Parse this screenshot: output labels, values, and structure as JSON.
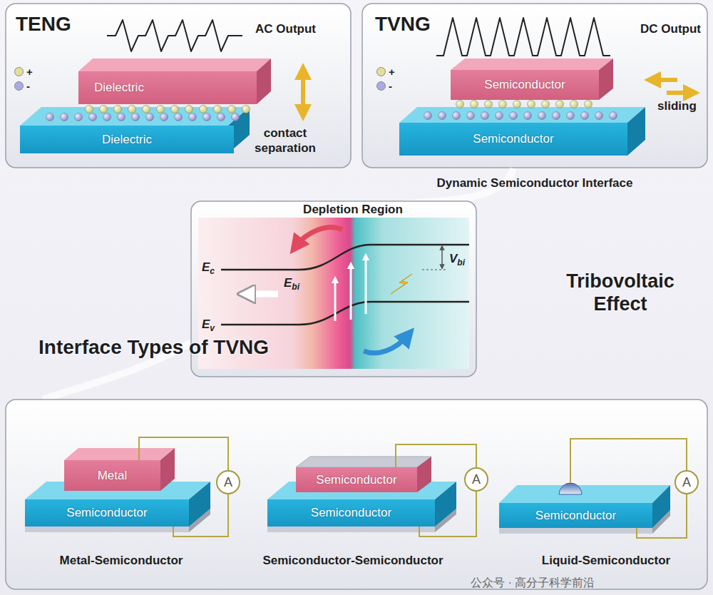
{
  "diagram": {
    "nodes": [
      {
        "text": [
          "TENG"
        ]
      },
      {
        "text": [
          "Dielectric"
        ],
        "in": 0
      },
      {
        "text": [
          "Dielectric"
        ],
        "in": 0
      },
      {
        "text": [
          "TVNG"
        ]
      },
      {
        "text": [
          "Semiconductor"
        ],
        "in": 3
      },
      {
        "text": [
          "Semiconductor"
        ],
        "in": 3
      },
      {
        "text": [
          "Interface Types of TVNG"
        ]
      },
      {
        "text": [
          "Metal"
        ],
        "in": 6
      },
      {
        "text": [
          "Semiconductor"
        ],
        "in": 6
      },
      {
        "text": [
          "A"
        ],
        "in": 6
      },
      {
        "text": [
          "Semiconductor"
        ],
        "in": 6
      },
      {
        "text": [
          "Semiconductor"
        ],
        "in": 6
      },
      {
        "text": [
          "A"
        ],
        "in": 6
      },
      {
        "text": [
          "Semiconductor"
        ],
        "in": 6
      },
      {
        "text": [
          "A"
        ],
        "in": 6
      }
    ],
    "edges": [
      {
        "from": 7,
        "to": 9,
        "arrow": "none"
      },
      {
        "from": 9,
        "to": 8,
        "arrow": "none"
      },
      {
        "from": 10,
        "to": 12,
        "arrow": "none"
      },
      {
        "from": 12,
        "to": 11,
        "arrow": "none"
      },
      {
        "from": 14,
        "to": 13,
        "arrow": "none"
      }
    ],
    "labels": [
      "AC Output",
      "contact separation",
      "DC Output",
      "sliding",
      "Dynamic Semiconductor Interface",
      "Depletion Region",
      "Ec",
      "Ev",
      "Ebi",
      "Vbi",
      "Tribovoltaic Effect",
      "Metal-Semiconductor",
      "Semiconductor-Semiconductor",
      "Liquid-Semiconductor",
      "公众号 · 高分子科学前沿"
    ],
    "legend": [
      {
        "text": "+",
        "color": "#e3df9a"
      },
      {
        "text": "-",
        "color": "#a9abe2"
      },
      {
        "text": "+",
        "color": "#e3df9a"
      },
      {
        "text": "-",
        "color": "#a9abe2"
      }
    ]
  }
}
